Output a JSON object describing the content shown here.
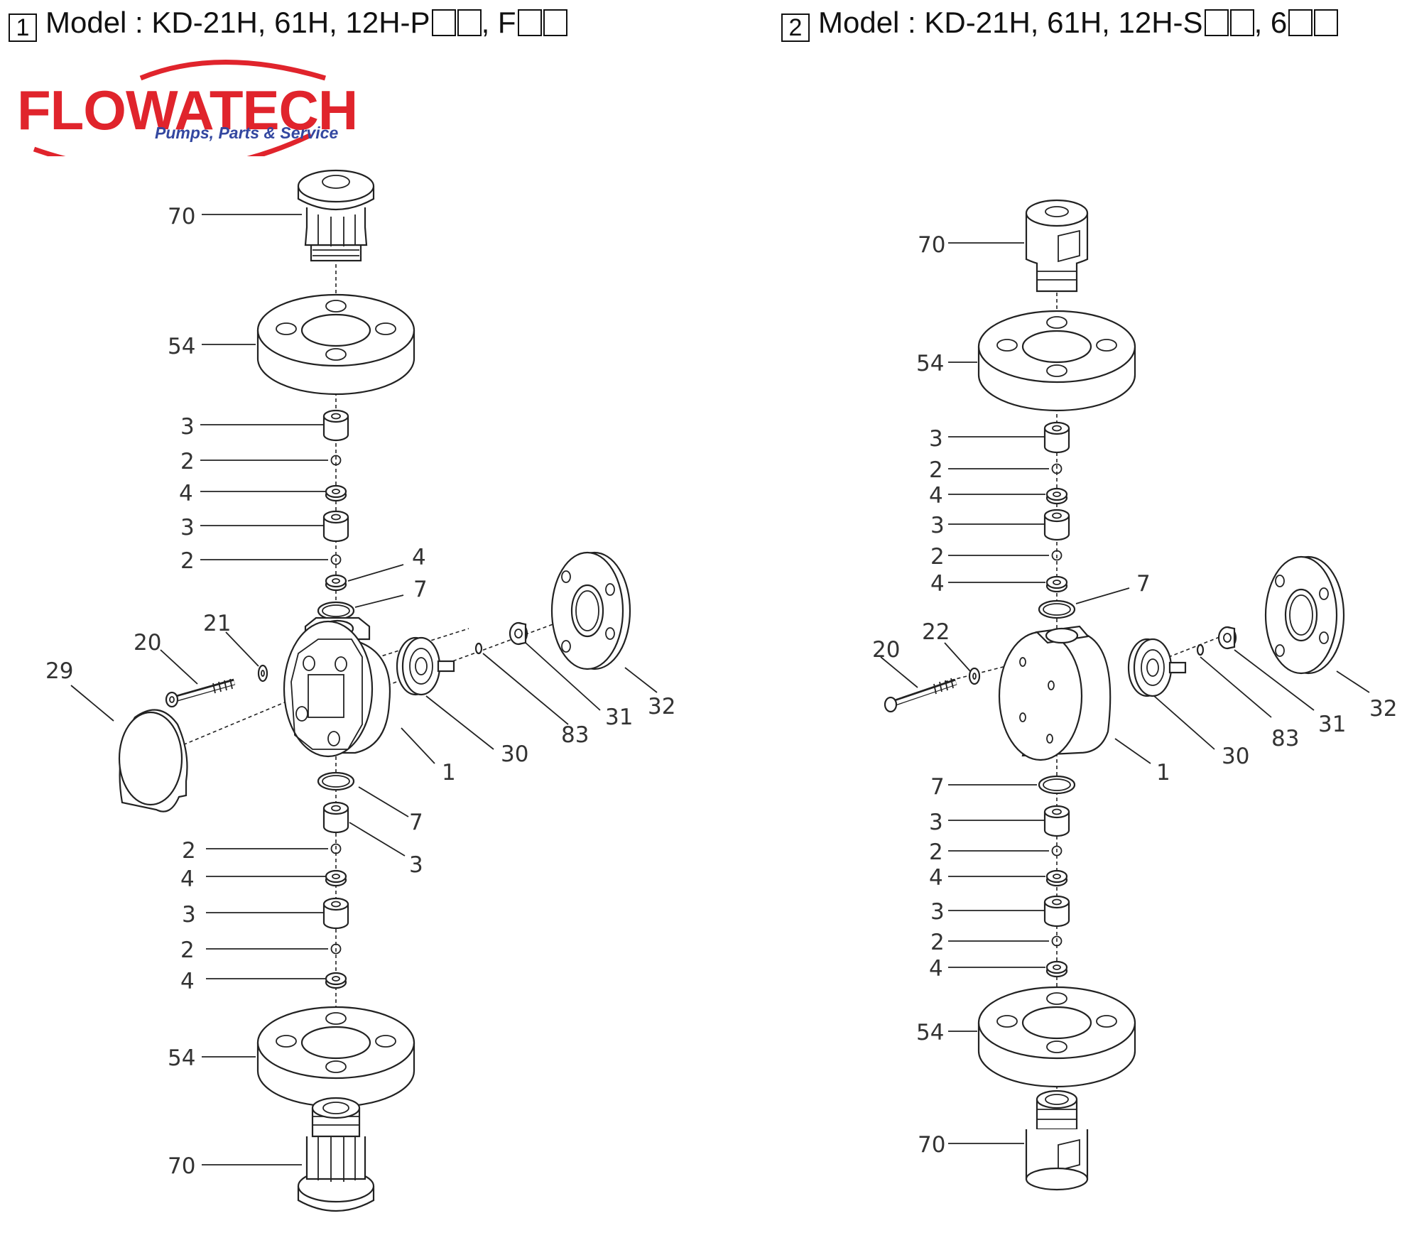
{
  "left_title": {
    "number": "1",
    "text": "Model : KD-21H, 61H, 12H-P",
    "mid": ", F"
  },
  "right_title": {
    "number": "2",
    "text": "Model : KD-21H, 61H, 12H-S",
    "mid": ", 6"
  },
  "logo": {
    "brand": "FLOWATECH",
    "tagline": "Pumps, Parts & Service",
    "brand_color": "#e0242c",
    "tagline_color": "#3347a0"
  },
  "left_labels": {
    "top70": "70",
    "top54": "54",
    "c1": "3",
    "c2": "2",
    "c3": "4",
    "c4": "3",
    "c5": "2",
    "c6": "4",
    "c7": "7",
    "p20": "20",
    "p21": "21",
    "p29": "29",
    "p1": "1",
    "p30": "30",
    "p83": "83",
    "p31": "31",
    "p32": "32",
    "b7": "7",
    "b3r": "3",
    "b2a": "2",
    "b4a": "4",
    "b3": "3",
    "b2b": "2",
    "b4b": "4",
    "bot54": "54",
    "bot70": "70"
  },
  "right_labels": {
    "top70": "70",
    "top54": "54",
    "c1": "3",
    "c2": "2",
    "c3": "4",
    "c4": "3",
    "c5": "2",
    "c6": "4",
    "c7": "7",
    "p20": "20",
    "p22": "22",
    "p1": "1",
    "p30": "30",
    "p83": "83",
    "p31": "31",
    "p32": "32",
    "b7": "7",
    "b3a": "3",
    "b2a": "2",
    "b4a": "4",
    "b3b": "3",
    "b2b": "2",
    "b4b": "4",
    "bot54": "54",
    "bot70": "70"
  }
}
